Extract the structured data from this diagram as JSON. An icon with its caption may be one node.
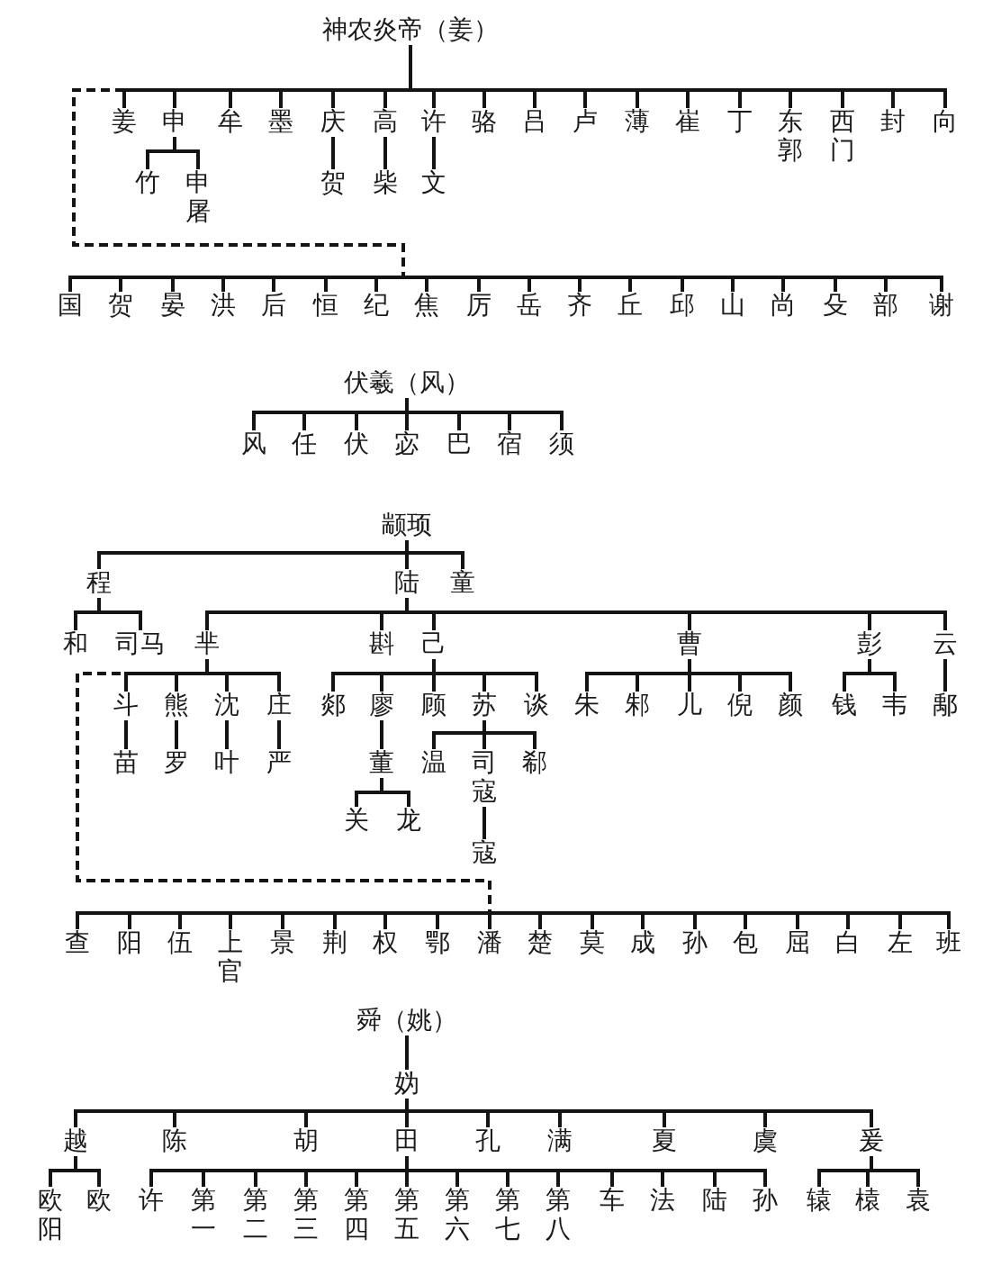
{
  "diagram": {
    "nodes": [
      {
        "text": [
          "神农炎帝（姜）"
        ]
      },
      {
        "text": [
          "姜"
        ]
      },
      {
        "text": [
          "申"
        ]
      },
      {
        "text": [
          "牟"
        ]
      },
      {
        "text": [
          "墨"
        ]
      },
      {
        "text": [
          "庆"
        ]
      },
      {
        "text": [
          "高"
        ]
      },
      {
        "text": [
          "许"
        ]
      },
      {
        "text": [
          "骆"
        ]
      },
      {
        "text": [
          "吕"
        ]
      },
      {
        "text": [
          "卢"
        ]
      },
      {
        "text": [
          "薄"
        ]
      },
      {
        "text": [
          "崔"
        ]
      },
      {
        "text": [
          "丁"
        ]
      },
      {
        "text": [
          "东郭"
        ]
      },
      {
        "text": [
          "西门"
        ]
      },
      {
        "text": [
          "封"
        ]
      },
      {
        "text": [
          "向"
        ]
      },
      {
        "text": [
          "竹"
        ]
      },
      {
        "text": [
          "申屠"
        ]
      },
      {
        "text": [
          "贺"
        ]
      },
      {
        "text": [
          "柴"
        ]
      },
      {
        "text": [
          "文"
        ]
      },
      {
        "text": [
          "国"
        ]
      },
      {
        "text": [
          "贺"
        ]
      },
      {
        "text": [
          "晏"
        ]
      },
      {
        "text": [
          "洪"
        ]
      },
      {
        "text": [
          "后"
        ]
      },
      {
        "text": [
          "恒"
        ]
      },
      {
        "text": [
          "纪"
        ]
      },
      {
        "text": [
          "焦"
        ]
      },
      {
        "text": [
          "厉"
        ]
      },
      {
        "text": [
          "岳"
        ]
      },
      {
        "text": [
          "齐"
        ]
      },
      {
        "text": [
          "丘"
        ]
      },
      {
        "text": [
          "邱"
        ]
      },
      {
        "text": [
          "山"
        ]
      },
      {
        "text": [
          "尚"
        ]
      },
      {
        "text": [
          "殳"
        ]
      },
      {
        "text": [
          "部"
        ]
      },
      {
        "text": [
          "谢"
        ]
      },
      {
        "text": [
          "伏羲（风）"
        ]
      },
      {
        "text": [
          "风"
        ]
      },
      {
        "text": [
          "任"
        ]
      },
      {
        "text": [
          "伏"
        ]
      },
      {
        "text": [
          "宓"
        ]
      },
      {
        "text": [
          "巴"
        ]
      },
      {
        "text": [
          "宿"
        ]
      },
      {
        "text": [
          "须"
        ]
      },
      {
        "text": [
          "颛顼"
        ]
      },
      {
        "text": [
          "程"
        ]
      },
      {
        "text": [
          "陆"
        ]
      },
      {
        "text": [
          "童"
        ]
      },
      {
        "text": [
          "和"
        ]
      },
      {
        "text": [
          "司马"
        ]
      },
      {
        "text": [
          "芈"
        ]
      },
      {
        "text": [
          "斟"
        ]
      },
      {
        "text": [
          "己"
        ]
      },
      {
        "text": [
          "曹"
        ]
      },
      {
        "text": [
          "彭"
        ]
      },
      {
        "text": [
          "云"
        ]
      },
      {
        "text": [
          "斗"
        ]
      },
      {
        "text": [
          "熊"
        ]
      },
      {
        "text": [
          "沈"
        ]
      },
      {
        "text": [
          "庄"
        ]
      },
      {
        "text": [
          "郯"
        ]
      },
      {
        "text": [
          "廖"
        ]
      },
      {
        "text": [
          "顾"
        ]
      },
      {
        "text": [
          "苏"
        ]
      },
      {
        "text": [
          "谈"
        ]
      },
      {
        "text": [
          "朱"
        ]
      },
      {
        "text": [
          "邾"
        ]
      },
      {
        "text": [
          "儿"
        ]
      },
      {
        "text": [
          "倪"
        ]
      },
      {
        "text": [
          "颜"
        ]
      },
      {
        "text": [
          "钱"
        ]
      },
      {
        "text": [
          "韦"
        ]
      },
      {
        "text": [
          "鄅"
        ]
      },
      {
        "text": [
          "苗"
        ]
      },
      {
        "text": [
          "罗"
        ]
      },
      {
        "text": [
          "叶"
        ]
      },
      {
        "text": [
          "严"
        ]
      },
      {
        "text": [
          "董"
        ]
      },
      {
        "text": [
          "温"
        ]
      },
      {
        "text": [
          "司寇"
        ]
      },
      {
        "text": [
          "郗"
        ]
      },
      {
        "text": [
          "关"
        ]
      },
      {
        "text": [
          "龙"
        ]
      },
      {
        "text": [
          "寇"
        ]
      },
      {
        "text": [
          "查"
        ]
      },
      {
        "text": [
          "阳"
        ]
      },
      {
        "text": [
          "伍"
        ]
      },
      {
        "text": [
          "上官"
        ]
      },
      {
        "text": [
          "景"
        ]
      },
      {
        "text": [
          "荆"
        ]
      },
      {
        "text": [
          "权"
        ]
      },
      {
        "text": [
          "鄂"
        ]
      },
      {
        "text": [
          "潘"
        ]
      },
      {
        "text": [
          "楚"
        ]
      },
      {
        "text": [
          "莫"
        ]
      },
      {
        "text": [
          "成"
        ]
      },
      {
        "text": [
          "孙"
        ]
      },
      {
        "text": [
          "包"
        ]
      },
      {
        "text": [
          "屈"
        ]
      },
      {
        "text": [
          "白"
        ]
      },
      {
        "text": [
          "左"
        ]
      },
      {
        "text": [
          "班"
        ]
      },
      {
        "text": [
          "舜（姚）"
        ]
      },
      {
        "text": [
          "妫"
        ]
      },
      {
        "text": [
          "越"
        ]
      },
      {
        "text": [
          "陈"
        ]
      },
      {
        "text": [
          "胡"
        ]
      },
      {
        "text": [
          "田"
        ]
      },
      {
        "text": [
          "孔"
        ]
      },
      {
        "text": [
          "满"
        ]
      },
      {
        "text": [
          "夏"
        ]
      },
      {
        "text": [
          "虞"
        ]
      },
      {
        "text": [
          "爰"
        ]
      },
      {
        "text": [
          "欧阳"
        ]
      },
      {
        "text": [
          "欧"
        ]
      },
      {
        "text": [
          "许"
        ]
      },
      {
        "text": [
          "第一"
        ]
      },
      {
        "text": [
          "第二"
        ]
      },
      {
        "text": [
          "第三"
        ]
      },
      {
        "text": [
          "第四"
        ]
      },
      {
        "text": [
          "第五"
        ]
      },
      {
        "text": [
          "第六"
        ]
      },
      {
        "text": [
          "第七"
        ]
      },
      {
        "text": [
          "第八"
        ]
      },
      {
        "text": [
          "车"
        ]
      },
      {
        "text": [
          "法"
        ]
      },
      {
        "text": [
          "陆"
        ]
      },
      {
        "text": [
          "孙"
        ]
      },
      {
        "text": [
          "辕"
        ]
      },
      {
        "text": [
          "榬"
        ]
      },
      {
        "text": [
          "袁"
        ]
      }
    ],
    "edges": [
      {
        "from": 0,
        "to": 1,
        "arrow": "none"
      },
      {
        "from": 0,
        "to": 2,
        "arrow": "none"
      },
      {
        "from": 0,
        "to": 3,
        "arrow": "none"
      },
      {
        "from": 0,
        "to": 4,
        "arrow": "none"
      },
      {
        "from": 0,
        "to": 5,
        "arrow": "none"
      },
      {
        "from": 0,
        "to": 6,
        "arrow": "none"
      },
      {
        "from": 0,
        "to": 7,
        "arrow": "none"
      },
      {
        "from": 0,
        "to": 8,
        "arrow": "none"
      },
      {
        "from": 0,
        "to": 9,
        "arrow": "none"
      },
      {
        "from": 0,
        "to": 10,
        "arrow": "none"
      },
      {
        "from": 0,
        "to": 11,
        "arrow": "none"
      },
      {
        "from": 0,
        "to": 12,
        "arrow": "none"
      },
      {
        "from": 0,
        "to": 13,
        "arrow": "none"
      },
      {
        "from": 0,
        "to": 14,
        "arrow": "none"
      },
      {
        "from": 0,
        "to": 15,
        "arrow": "none"
      },
      {
        "from": 0,
        "to": 16,
        "arrow": "none"
      },
      {
        "from": 0,
        "to": 17,
        "arrow": "none"
      },
      {
        "from": 2,
        "to": 18,
        "arrow": "none"
      },
      {
        "from": 2,
        "to": 19,
        "arrow": "none"
      },
      {
        "from": 5,
        "to": 20,
        "arrow": "none"
      },
      {
        "from": 6,
        "to": 21,
        "arrow": "none"
      },
      {
        "from": 7,
        "to": 22,
        "arrow": "none"
      },
      {
        "from": 0,
        "to": 23,
        "arrow": "none",
        "style": "dashed"
      },
      {
        "from": 0,
        "to": 24,
        "arrow": "none",
        "style": "dashed"
      },
      {
        "from": 0,
        "to": 25,
        "arrow": "none",
        "style": "dashed"
      },
      {
        "from": 0,
        "to": 26,
        "arrow": "none",
        "style": "dashed"
      },
      {
        "from": 0,
        "to": 27,
        "arrow": "none",
        "style": "dashed"
      },
      {
        "from": 0,
        "to": 28,
        "arrow": "none",
        "style": "dashed"
      },
      {
        "from": 0,
        "to": 29,
        "arrow": "none",
        "style": "dashed"
      },
      {
        "from": 0,
        "to": 30,
        "arrow": "none",
        "style": "dashed"
      },
      {
        "from": 0,
        "to": 31,
        "arrow": "none",
        "style": "dashed"
      },
      {
        "from": 0,
        "to": 32,
        "arrow": "none",
        "style": "dashed"
      },
      {
        "from": 0,
        "to": 33,
        "arrow": "none",
        "style": "dashed"
      },
      {
        "from": 0,
        "to": 34,
        "arrow": "none",
        "style": "dashed"
      },
      {
        "from": 0,
        "to": 35,
        "arrow": "none",
        "style": "dashed"
      },
      {
        "from": 0,
        "to": 36,
        "arrow": "none",
        "style": "dashed"
      },
      {
        "from": 0,
        "to": 37,
        "arrow": "none",
        "style": "dashed"
      },
      {
        "from": 0,
        "to": 38,
        "arrow": "none",
        "style": "dashed"
      },
      {
        "from": 0,
        "to": 39,
        "arrow": "none",
        "style": "dashed"
      },
      {
        "from": 0,
        "to": 40,
        "arrow": "none",
        "style": "dashed"
      },
      {
        "from": 41,
        "to": 42,
        "arrow": "none"
      },
      {
        "from": 41,
        "to": 43,
        "arrow": "none"
      },
      {
        "from": 41,
        "to": 44,
        "arrow": "none"
      },
      {
        "from": 41,
        "to": 45,
        "arrow": "none"
      },
      {
        "from": 41,
        "to": 46,
        "arrow": "none"
      },
      {
        "from": 41,
        "to": 47,
        "arrow": "none"
      },
      {
        "from": 41,
        "to": 48,
        "arrow": "none"
      },
      {
        "from": 49,
        "to": 50,
        "arrow": "none"
      },
      {
        "from": 49,
        "to": 51,
        "arrow": "none"
      },
      {
        "from": 49,
        "to": 52,
        "arrow": "none"
      },
      {
        "from": 50,
        "to": 53,
        "arrow": "none"
      },
      {
        "from": 50,
        "to": 54,
        "arrow": "none"
      },
      {
        "from": 51,
        "to": 55,
        "arrow": "none"
      },
      {
        "from": 51,
        "to": 56,
        "arrow": "none"
      },
      {
        "from": 51,
        "to": 57,
        "arrow": "none"
      },
      {
        "from": 51,
        "to": 58,
        "arrow": "none"
      },
      {
        "from": 51,
        "to": 59,
        "arrow": "none"
      },
      {
        "from": 51,
        "to": 60,
        "arrow": "none"
      },
      {
        "from": 55,
        "to": 61,
        "arrow": "none"
      },
      {
        "from": 55,
        "to": 62,
        "arrow": "none"
      },
      {
        "from": 55,
        "to": 63,
        "arrow": "none"
      },
      {
        "from": 55,
        "to": 64,
        "arrow": "none"
      },
      {
        "from": 57,
        "to": 65,
        "arrow": "none"
      },
      {
        "from": 57,
        "to": 66,
        "arrow": "none"
      },
      {
        "from": 57,
        "to": 67,
        "arrow": "none"
      },
      {
        "from": 57,
        "to": 68,
        "arrow": "none"
      },
      {
        "from": 57,
        "to": 69,
        "arrow": "none"
      },
      {
        "from": 58,
        "to": 70,
        "arrow": "none"
      },
      {
        "from": 58,
        "to": 71,
        "arrow": "none"
      },
      {
        "from": 58,
        "to": 72,
        "arrow": "none"
      },
      {
        "from": 58,
        "to": 73,
        "arrow": "none"
      },
      {
        "from": 58,
        "to": 74,
        "arrow": "none"
      },
      {
        "from": 59,
        "to": 75,
        "arrow": "none"
      },
      {
        "from": 59,
        "to": 76,
        "arrow": "none"
      },
      {
        "from": 60,
        "to": 77,
        "arrow": "none"
      },
      {
        "from": 61,
        "to": 78,
        "arrow": "none"
      },
      {
        "from": 62,
        "to": 79,
        "arrow": "none"
      },
      {
        "from": 63,
        "to": 80,
        "arrow": "none"
      },
      {
        "from": 64,
        "to": 81,
        "arrow": "none"
      },
      {
        "from": 66,
        "to": 82,
        "arrow": "none"
      },
      {
        "from": 68,
        "to": 83,
        "arrow": "none"
      },
      {
        "from": 68,
        "to": 84,
        "arrow": "none"
      },
      {
        "from": 68,
        "to": 85,
        "arrow": "none"
      },
      {
        "from": 82,
        "to": 86,
        "arrow": "none"
      },
      {
        "from": 82,
        "to": 87,
        "arrow": "none"
      },
      {
        "from": 84,
        "to": 88,
        "arrow": "none"
      },
      {
        "from": 55,
        "to": 89,
        "arrow": "none",
        "style": "dashed"
      },
      {
        "from": 55,
        "to": 90,
        "arrow": "none",
        "style": "dashed"
      },
      {
        "from": 55,
        "to": 91,
        "arrow": "none",
        "style": "dashed"
      },
      {
        "from": 55,
        "to": 92,
        "arrow": "none",
        "style": "dashed"
      },
      {
        "from": 55,
        "to": 93,
        "arrow": "none",
        "style": "dashed"
      },
      {
        "from": 55,
        "to": 94,
        "arrow": "none",
        "style": "dashed"
      },
      {
        "from": 55,
        "to": 95,
        "arrow": "none",
        "style": "dashed"
      },
      {
        "from": 55,
        "to": 96,
        "arrow": "none",
        "style": "dashed"
      },
      {
        "from": 55,
        "to": 97,
        "arrow": "none",
        "style": "dashed"
      },
      {
        "from": 55,
        "to": 98,
        "arrow": "none",
        "style": "dashed"
      },
      {
        "from": 55,
        "to": 99,
        "arrow": "none",
        "style": "dashed"
      },
      {
        "from": 55,
        "to": 100,
        "arrow": "none",
        "style": "dashed"
      },
      {
        "from": 55,
        "to": 101,
        "arrow": "none",
        "style": "dashed"
      },
      {
        "from": 55,
        "to": 102,
        "arrow": "none",
        "style": "dashed"
      },
      {
        "from": 55,
        "to": 103,
        "arrow": "none",
        "style": "dashed"
      },
      {
        "from": 55,
        "to": 104,
        "arrow": "none",
        "style": "dashed"
      },
      {
        "from": 55,
        "to": 105,
        "arrow": "none",
        "style": "dashed"
      },
      {
        "from": 55,
        "to": 106,
        "arrow": "none",
        "style": "dashed"
      },
      {
        "from": 107,
        "to": 108,
        "arrow": "none"
      },
      {
        "from": 108,
        "to": 109,
        "arrow": "none"
      },
      {
        "from": 108,
        "to": 110,
        "arrow": "none"
      },
      {
        "from": 108,
        "to": 111,
        "arrow": "none"
      },
      {
        "from": 108,
        "to": 112,
        "arrow": "none"
      },
      {
        "from": 108,
        "to": 113,
        "arrow": "none"
      },
      {
        "from": 108,
        "to": 114,
        "arrow": "none"
      },
      {
        "from": 108,
        "to": 115,
        "arrow": "none"
      },
      {
        "from": 108,
        "to": 116,
        "arrow": "none"
      },
      {
        "from": 108,
        "to": 117,
        "arrow": "none"
      },
      {
        "from": 109,
        "to": 118,
        "arrow": "none"
      },
      {
        "from": 109,
        "to": 119,
        "arrow": "none"
      },
      {
        "from": 112,
        "to": 120,
        "arrow": "none"
      },
      {
        "from": 112,
        "to": 121,
        "arrow": "none"
      },
      {
        "from": 112,
        "to": 122,
        "arrow": "none"
      },
      {
        "from": 112,
        "to": 123,
        "arrow": "none"
      },
      {
        "from": 112,
        "to": 124,
        "arrow": "none"
      },
      {
        "from": 112,
        "to": 125,
        "arrow": "none"
      },
      {
        "from": 112,
        "to": 126,
        "arrow": "none"
      },
      {
        "from": 112,
        "to": 127,
        "arrow": "none"
      },
      {
        "from": 112,
        "to": 128,
        "arrow": "none"
      },
      {
        "from": 112,
        "to": 129,
        "arrow": "none"
      },
      {
        "from": 112,
        "to": 130,
        "arrow": "none"
      },
      {
        "from": 112,
        "to": 131,
        "arrow": "none"
      },
      {
        "from": 112,
        "to": 132,
        "arrow": "none"
      },
      {
        "from": 117,
        "to": 133,
        "arrow": "none"
      },
      {
        "from": 117,
        "to": 134,
        "arrow": "none"
      },
      {
        "from": 117,
        "to": 135,
        "arrow": "none"
      }
    ]
  }
}
